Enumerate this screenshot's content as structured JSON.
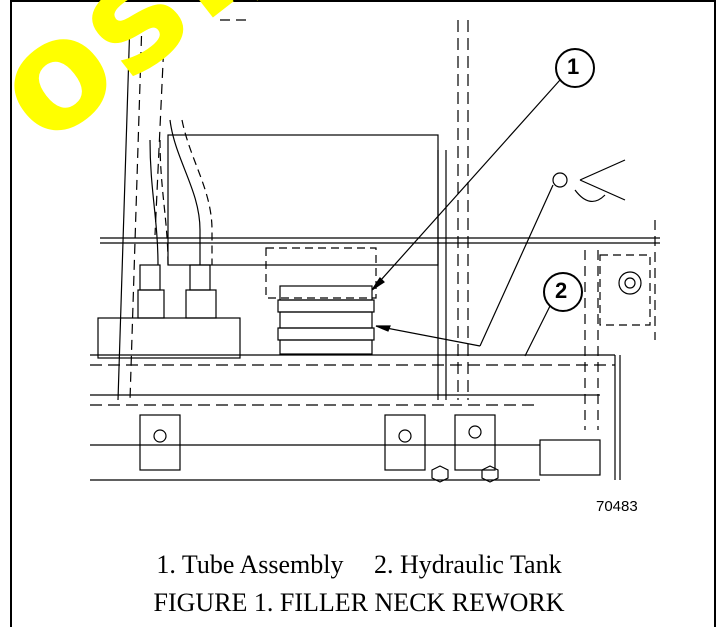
{
  "figure": {
    "callouts": [
      {
        "id": "1"
      },
      {
        "id": "2"
      }
    ],
    "drawing_number": "70483",
    "legend": [
      {
        "label": "1. Tube Assembly"
      },
      {
        "label": "2. Hydraulic Tank"
      }
    ],
    "caption": "FIGURE 1. FILLER NECK REWORK",
    "watermark_text": "os://hes",
    "colors": {
      "line": "#000000",
      "watermark": "#ffff00",
      "background": "#ffffff"
    }
  }
}
